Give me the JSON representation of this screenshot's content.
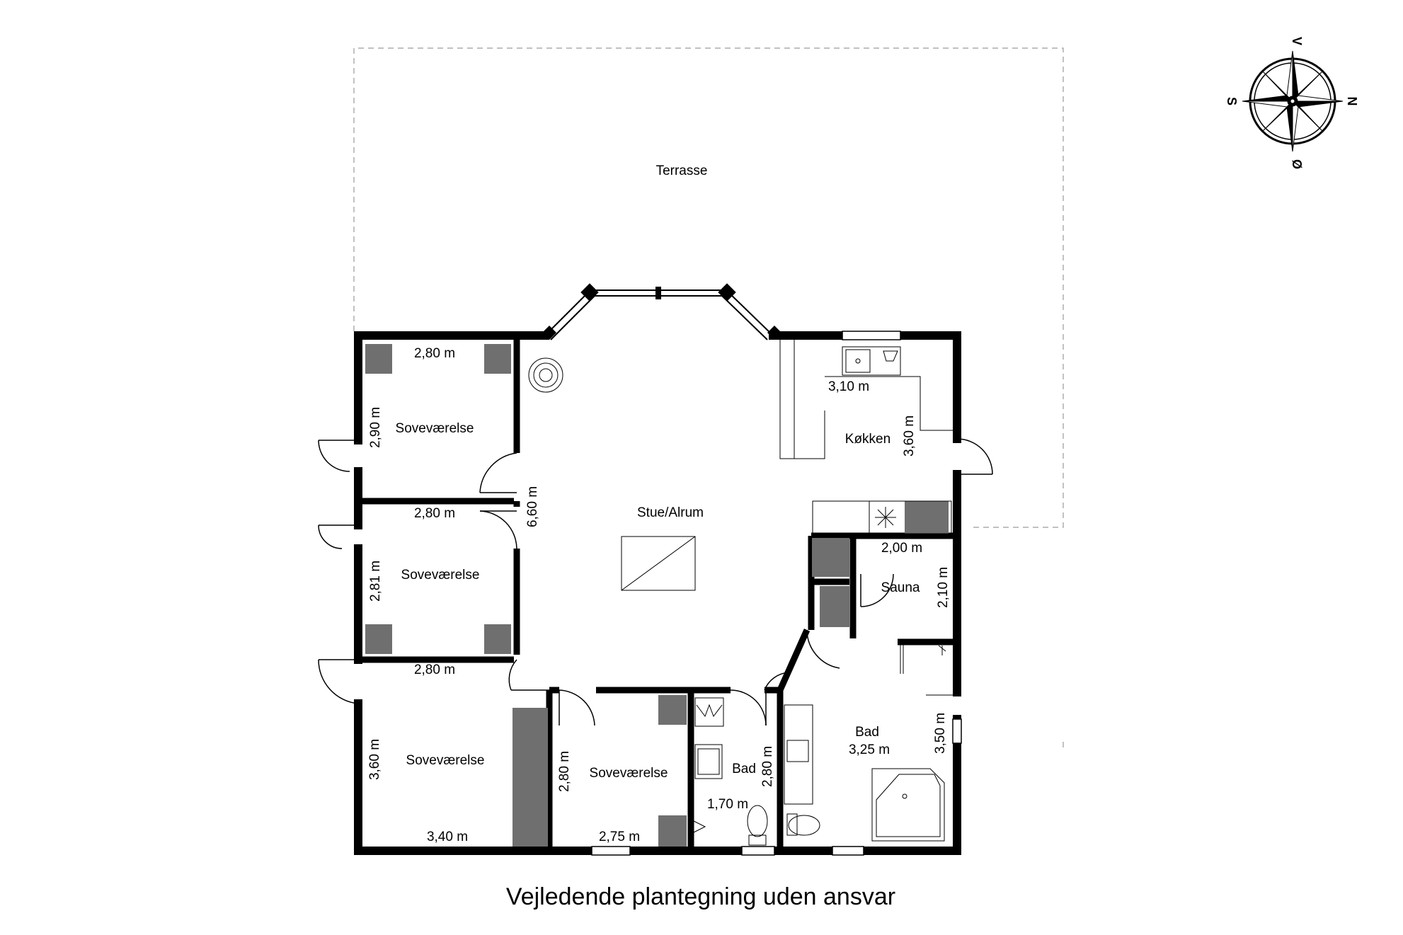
{
  "rooms": {
    "terrace": "Terrasse",
    "bedroom_1": "Soveværelse",
    "bedroom_2": "Soveværelse",
    "bedroom_3": "Soveværelse",
    "bedroom_4": "Soveværelse",
    "living": "Stue/Alrum",
    "kitchen": "Køkken",
    "sauna": "Sauna",
    "bath_small": "Bad",
    "bath_large": "Bad"
  },
  "dimensions": {
    "bed1_width": "2,80 m",
    "bed1_height": "2,90 m",
    "bed2_width": "2,80 m",
    "bed2_height": "2,81 m",
    "bed3_top_width": "2,80 m",
    "bed3_height": "3,60 m",
    "bed3_bottom_width": "3,40 m",
    "living_height": "6,60 m",
    "kitchen_width": "3,10 m",
    "kitchen_height": "3,60 m",
    "sauna_width": "2,00 m",
    "sauna_height": "2,10 m",
    "bed4_height": "2,80 m",
    "bed4_width": "2,75 m",
    "bath_small_width": "1,70 m",
    "bath_small_height": "2,80 m",
    "bath_large_width": "3,25 m",
    "bath_large_height": "3,50 m"
  },
  "compass": {
    "top": "V",
    "right": "N",
    "bottom": "Ø",
    "left": "S"
  },
  "caption": "Vejledende plantegning uden ansvar",
  "colors": {
    "wall": "#000000",
    "fixture": "#6f6f6f",
    "dashed": "#9a9a9a"
  }
}
